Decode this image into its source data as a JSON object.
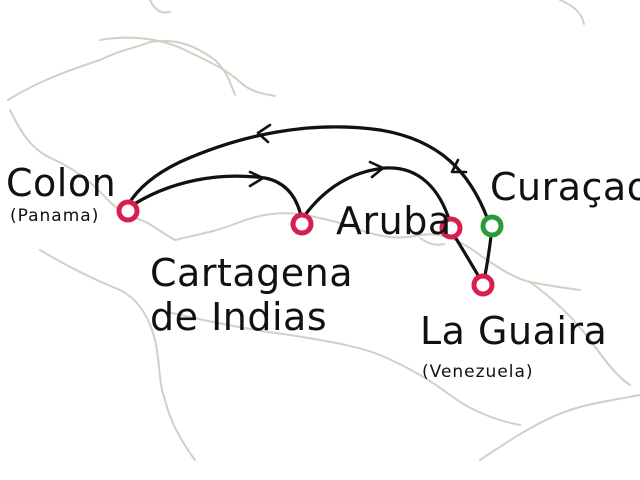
{
  "colors": {
    "coastline": "#d4cfc3",
    "route": "#111111",
    "port": "#d81e4e",
    "highlight_port": "#2a9a3a"
  },
  "ports": [
    {
      "id": "colon",
      "name": "Colon",
      "note": "(Panama)",
      "color_key": "port"
    },
    {
      "id": "cartagena",
      "name_line1": "Cartagena",
      "name_line2": "de Indias",
      "color_key": "port"
    },
    {
      "id": "aruba",
      "name": "Aruba",
      "color_key": "port"
    },
    {
      "id": "curacao",
      "name": "Curaçao",
      "color_key": "highlight_port"
    },
    {
      "id": "la_guaira",
      "name": "La Guaira",
      "note": "(Venezuela)",
      "color_key": "port"
    }
  ],
  "route_sequence": [
    "Colon",
    "Cartagena de Indias",
    "Aruba",
    "La Guaira",
    "Curaçao",
    "Colon"
  ]
}
